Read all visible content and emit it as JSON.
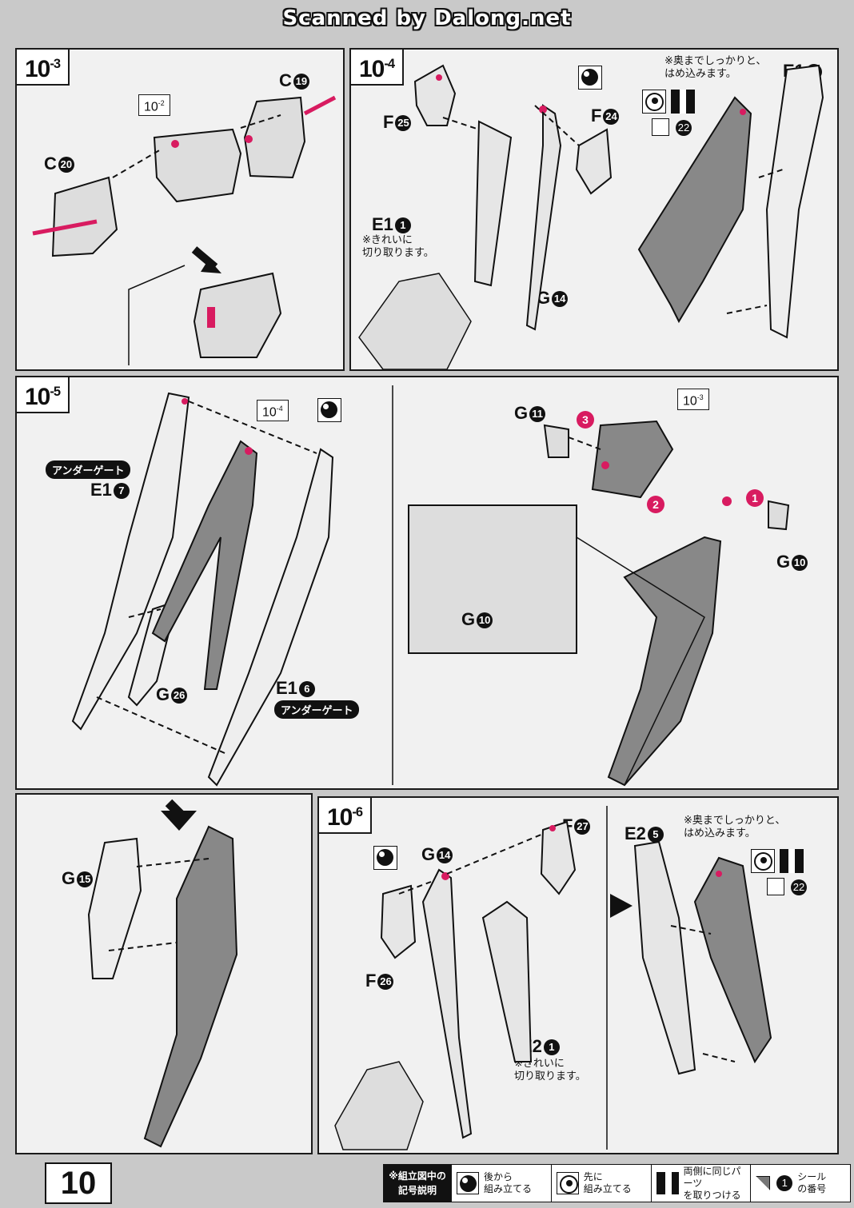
{
  "watermark": "Scanned by Dalong.net",
  "page_number": "10",
  "panels": {
    "p103": {
      "step": "10",
      "step_sub": "-3",
      "ref": "10",
      "ref_sub": "-2",
      "labels": {
        "c19": "C",
        "c19_num": "19",
        "c20": "C",
        "c20_num": "20"
      }
    },
    "p104": {
      "step": "10",
      "step_sub": "-4",
      "labels": {
        "f25": "F",
        "f25_num": "25",
        "f24": "F",
        "f24_num": "24",
        "e1": "E1",
        "e1_num": "1",
        "g14": "G",
        "g14_num": "14",
        "e15": "E1",
        "e15_num": "5",
        "sticker_num": "22"
      },
      "note_clean_1": "※きれいに",
      "note_clean_2": "切り取ります。",
      "note_deep_1": "※奥までしっかりと、",
      "note_deep_2": "はめ込みます。"
    },
    "p105": {
      "step": "10",
      "step_sub": "-5",
      "ref_104": "10",
      "ref_104_sub": "-4",
      "ref_103": "10",
      "ref_103_sub": "-3",
      "under_gate_1": "アンダーゲート",
      "under_gate_2": "アンダーゲート",
      "labels": {
        "e17": "E1",
        "e17_num": "7",
        "g26": "G",
        "g26_num": "26",
        "e16": "E1",
        "e16_num": "6",
        "g15": "G",
        "g15_num": "15",
        "g11": "G",
        "g11_num": "11",
        "g10a": "G",
        "g10a_num": "10",
        "g10b": "G",
        "g10b_num": "10"
      },
      "order": [
        "1",
        "2",
        "3"
      ]
    },
    "p106": {
      "step": "10",
      "step_sub": "-6",
      "labels": {
        "f27": "F",
        "f27_num": "27",
        "g14": "G",
        "g14_num": "14",
        "f26": "F",
        "f26_num": "26",
        "e21": "E2",
        "e21_num": "1",
        "e25": "E2",
        "e25_num": "5",
        "sticker_num": "22"
      },
      "note_clean_1": "※きれいに",
      "note_clean_2": "切り取ります。",
      "note_deep_1": "※奥までしっかりと、",
      "note_deep_2": "はめ込みます。"
    }
  },
  "legend": {
    "title_1": "※組立図中の",
    "title_2": "記号説明",
    "items": [
      {
        "icon": "assemble-later-icon",
        "line1": "後から",
        "line2": "組み立てる"
      },
      {
        "icon": "assemble-first-icon",
        "line1": "先に",
        "line2": "組み立てる"
      },
      {
        "icon": "mirror-parts-icon",
        "line1": "両側に同じパーツ",
        "line2": "を取りつける"
      },
      {
        "icon": "sticker-number-icon",
        "num": "1",
        "line1": "シール",
        "line2": "の番号"
      }
    ]
  },
  "colors": {
    "accent": "#d81b60",
    "panel": "#f1f1f1",
    "ink": "#111111"
  }
}
